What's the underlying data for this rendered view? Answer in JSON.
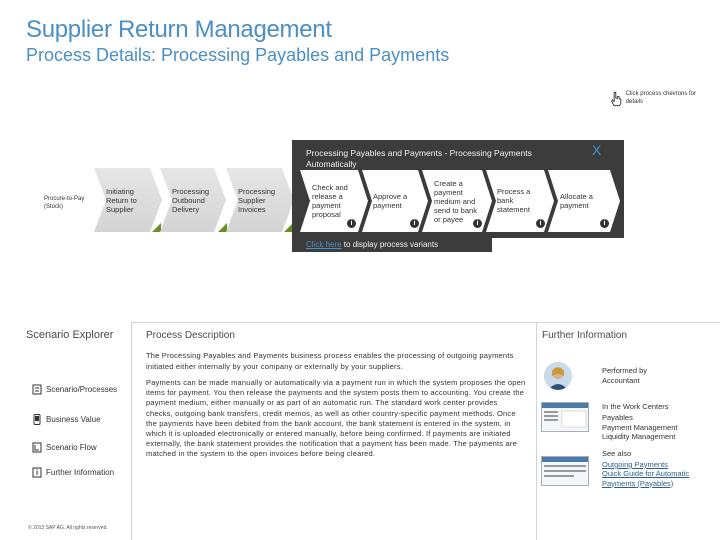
{
  "header": {
    "title": "Supplier Return Management",
    "subtitle": "Process Details: Processing Payables and Payments"
  },
  "hint": {
    "text": "Click process chevrons for details",
    "icon": "hand-pointer-icon"
  },
  "flow": {
    "steps": [
      {
        "label": "Procure-to-Pay (Stock)"
      },
      {
        "label": "Initiating Return to Supplier"
      },
      {
        "label": "Processing Outbound Delivery"
      },
      {
        "label": "Processing Supplier Invoices"
      }
    ],
    "active": {
      "title": "Processing Payables and Payments - Processing Payments Automatically",
      "close": "X",
      "steps": [
        {
          "label": "Check and release a payment proposal"
        },
        {
          "label": "Approve a payment"
        },
        {
          "label": "Create a payment medium and send to bank or payee"
        },
        {
          "label": "Process a bank statement"
        },
        {
          "label": "Allocate a payment"
        }
      ],
      "info_glyph": "i",
      "variants_link": "Click here",
      "variants_text": " to display process variants"
    }
  },
  "scenario": {
    "title": "Scenario Explorer",
    "items": [
      {
        "label": "Scenario/Processes",
        "icon": "process-icon"
      },
      {
        "label": "Business Value",
        "icon": "phone-icon"
      },
      {
        "label": "Scenario Flow",
        "icon": "flow-icon"
      },
      {
        "label": "Further Information",
        "icon": "info-icon"
      }
    ],
    "copyright": "© 2013 SAP AG. All rights reserved."
  },
  "description": {
    "title": "Process Description",
    "intro": "The Processing Payables and Payments business process enables the processing of outgoing payments initiated either internally by your company or externally by your suppliers.",
    "body": "Payments can be made manually or automatically via a payment run in which the system proposes the open items for payment. You then release the payments and the system posts them to accounting. You create the payment medium, either manually or as part of an automatic run. The standard work center provides checks, outgoing bank transfers, credit memos, as well as other country-specific payment methods. Once the payments have been debited from the bank account, the bank statement is entered in the system, in which it is uploaded electronically or entered manually, before being confirmed. If payments are initiated externally, the bank statement provides the notification that a payment has been made. The payments are matched in the system to the open invoices before being cleared."
  },
  "further": {
    "title": "Further Information",
    "performed_by_label": "Performed by",
    "performed_by_value": "Accountant",
    "work_centers_label": "In the Work Centers",
    "work_centers": [
      "Payables",
      "Payment Management",
      "Liquidity Management"
    ],
    "see_also_label": "See also",
    "links": [
      "Outgoing Payments",
      "Quick Guide for Automatic Payments (Payables)"
    ]
  }
}
